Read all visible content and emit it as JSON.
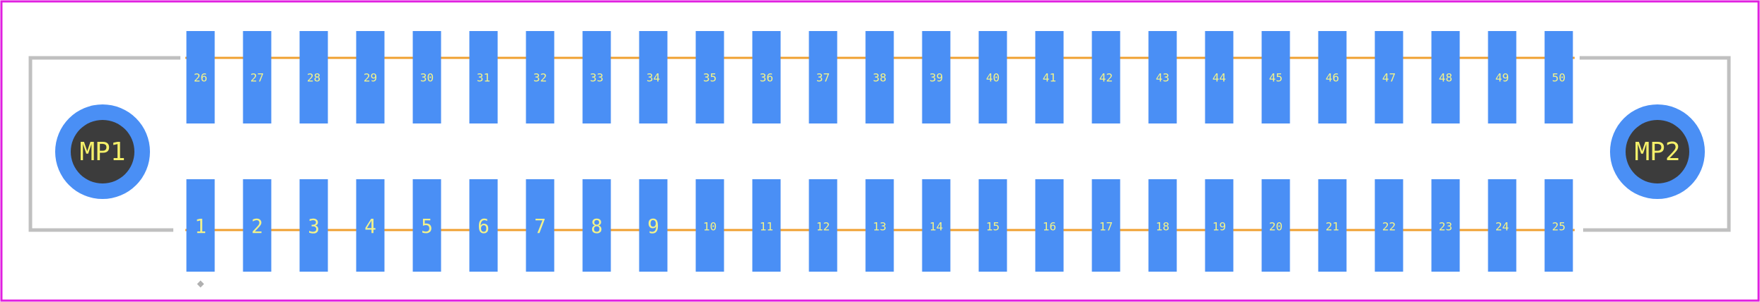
{
  "footprint": {
    "colors": {
      "background": "#ffffff",
      "board_outline": "#e020e0",
      "pad_fill": "#4a8ff5",
      "trace": "#f0a030",
      "silkscreen": "#c0c0c0",
      "mount_hole": "#3c3c3c",
      "pad_label": "#f2f28a",
      "mount_label": "#f5f06a"
    },
    "top_row_pads": [
      "26",
      "27",
      "28",
      "29",
      "30",
      "31",
      "32",
      "33",
      "34",
      "35",
      "36",
      "37",
      "38",
      "39",
      "40",
      "41",
      "42",
      "43",
      "44",
      "45",
      "46",
      "47",
      "48",
      "49",
      "50"
    ],
    "bottom_row_pads": [
      "1",
      "2",
      "3",
      "4",
      "5",
      "6",
      "7",
      "8",
      "9",
      "10",
      "11",
      "12",
      "13",
      "14",
      "15",
      "16",
      "17",
      "18",
      "19",
      "20",
      "21",
      "22",
      "23",
      "24",
      "25"
    ],
    "mounting_holes": [
      {
        "label": "MP1",
        "side": "left"
      },
      {
        "label": "MP2",
        "side": "right"
      }
    ],
    "pin1_marker": true
  }
}
